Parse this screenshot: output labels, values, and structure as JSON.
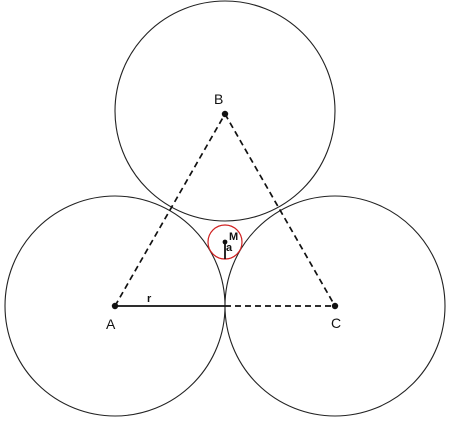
{
  "points": {
    "A": "A",
    "B": "B",
    "C": "C",
    "M": "M"
  },
  "segments": {
    "radius": "r",
    "inner_radius": "a"
  },
  "colors": {
    "outline": "#222222",
    "inner_circle": "#d02020",
    "lines": "#111111"
  }
}
